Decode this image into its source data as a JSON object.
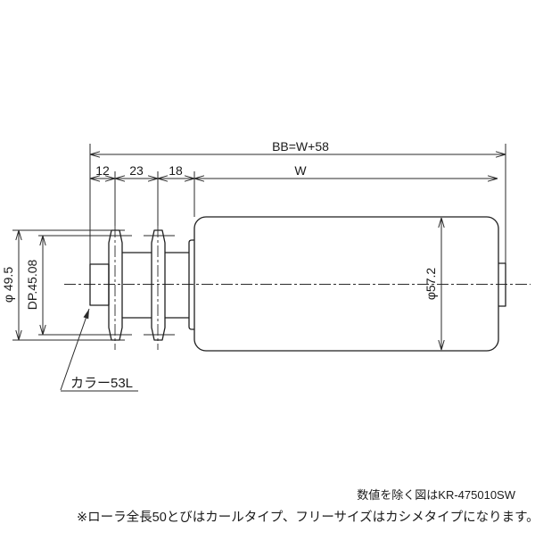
{
  "drawing": {
    "dims": {
      "bb": "BB=W+58",
      "seg1": "12",
      "seg2": "23",
      "seg3": "18",
      "w": "W",
      "sprocket_od": "φ 49.5",
      "pitch_dia": "DP.45.08",
      "roller_dia": "φ57.2"
    },
    "labels": {
      "collar": "カラー53L"
    },
    "notes": {
      "model": "数値を除く図はKR-475010SW",
      "footnote": "※ローラ全長50とびはカールタイプ、フリーサイズはカシメタイプになります。"
    },
    "colors": {
      "line": "#2a2a2a",
      "background": "#ffffff"
    }
  }
}
